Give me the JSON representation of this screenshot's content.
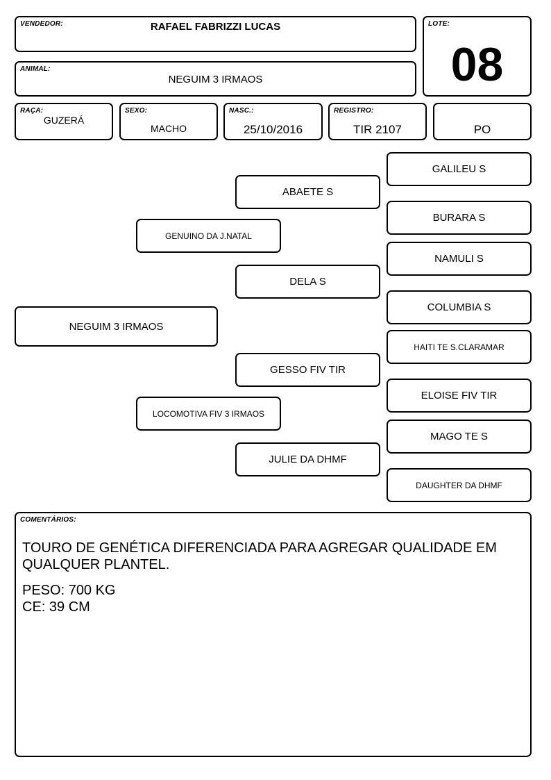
{
  "header": {
    "seller_label": "VENDEDOR:",
    "seller_name": "RAFAEL FABRIZZI LUCAS",
    "lot_label": "LOTE:",
    "lot_number": "08",
    "animal_label": "ANIMAL:",
    "animal_name": "NEGUIM 3 IRMAOS"
  },
  "details": {
    "breed_label": "RAÇA:",
    "breed": "GUZERÁ",
    "sex_label": "SEXO:",
    "sex": "MACHO",
    "birth_label": "NASC.:",
    "birth_date": "25/10/2016",
    "registry_label": "REGISTRO:",
    "registry": "TIR 2107",
    "category": "PO"
  },
  "pedigree": {
    "animal": "NEGUIM 3 IRMAOS",
    "sire": "GENUINO DA J.NATAL",
    "dam": "LOCOMOTIVA FIV 3 IRMAOS",
    "sire_sire": "ABAETE S",
    "sire_dam": "DELA S",
    "dam_sire": "GESSO FIV TIR",
    "dam_dam": "JULIE DA DHMF",
    "ggp": [
      "GALILEU S",
      "BURARA S",
      "NAMULI S",
      "COLUMBIA S",
      "HAITI TE S.CLARAMAR",
      "ELOISE FIV TIR",
      "MAGO TE S",
      "DAUGHTER DA DHMF"
    ]
  },
  "comments": {
    "label": "COMENTÁRIOS:",
    "description": "TOURO DE GENÉTICA DIFERENCIADA PARA AGREGAR QUALIDADE EM QUALQUER PLANTEL.",
    "weight": "PESO: 700 KG",
    "scrotal": "CE: 39 CM"
  }
}
